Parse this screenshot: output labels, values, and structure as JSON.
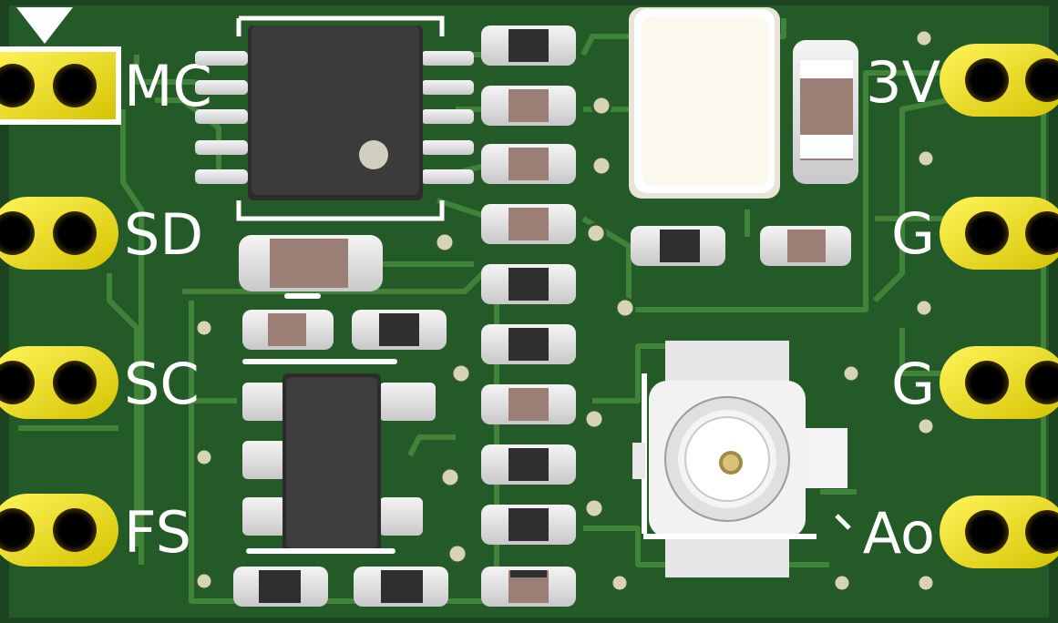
{
  "board": {
    "colors": {
      "substrate": "#1f4a24",
      "copper_fill": "#2b6a2d",
      "trace": "#3b7f35",
      "pad_gold": "#f2e300",
      "silk": "#ffffff",
      "chip_body": "#3a3a3a",
      "resistor_body": "#9b7f74",
      "capacitor_body": "#2f2f2f"
    },
    "left_pins": [
      {
        "label": "MC"
      },
      {
        "label": "SD"
      },
      {
        "label": "SC"
      },
      {
        "label": "FS"
      }
    ],
    "right_pins": [
      {
        "label": "3V"
      },
      {
        "label": "G"
      },
      {
        "label": "G"
      },
      {
        "label": "Ao"
      }
    ]
  }
}
